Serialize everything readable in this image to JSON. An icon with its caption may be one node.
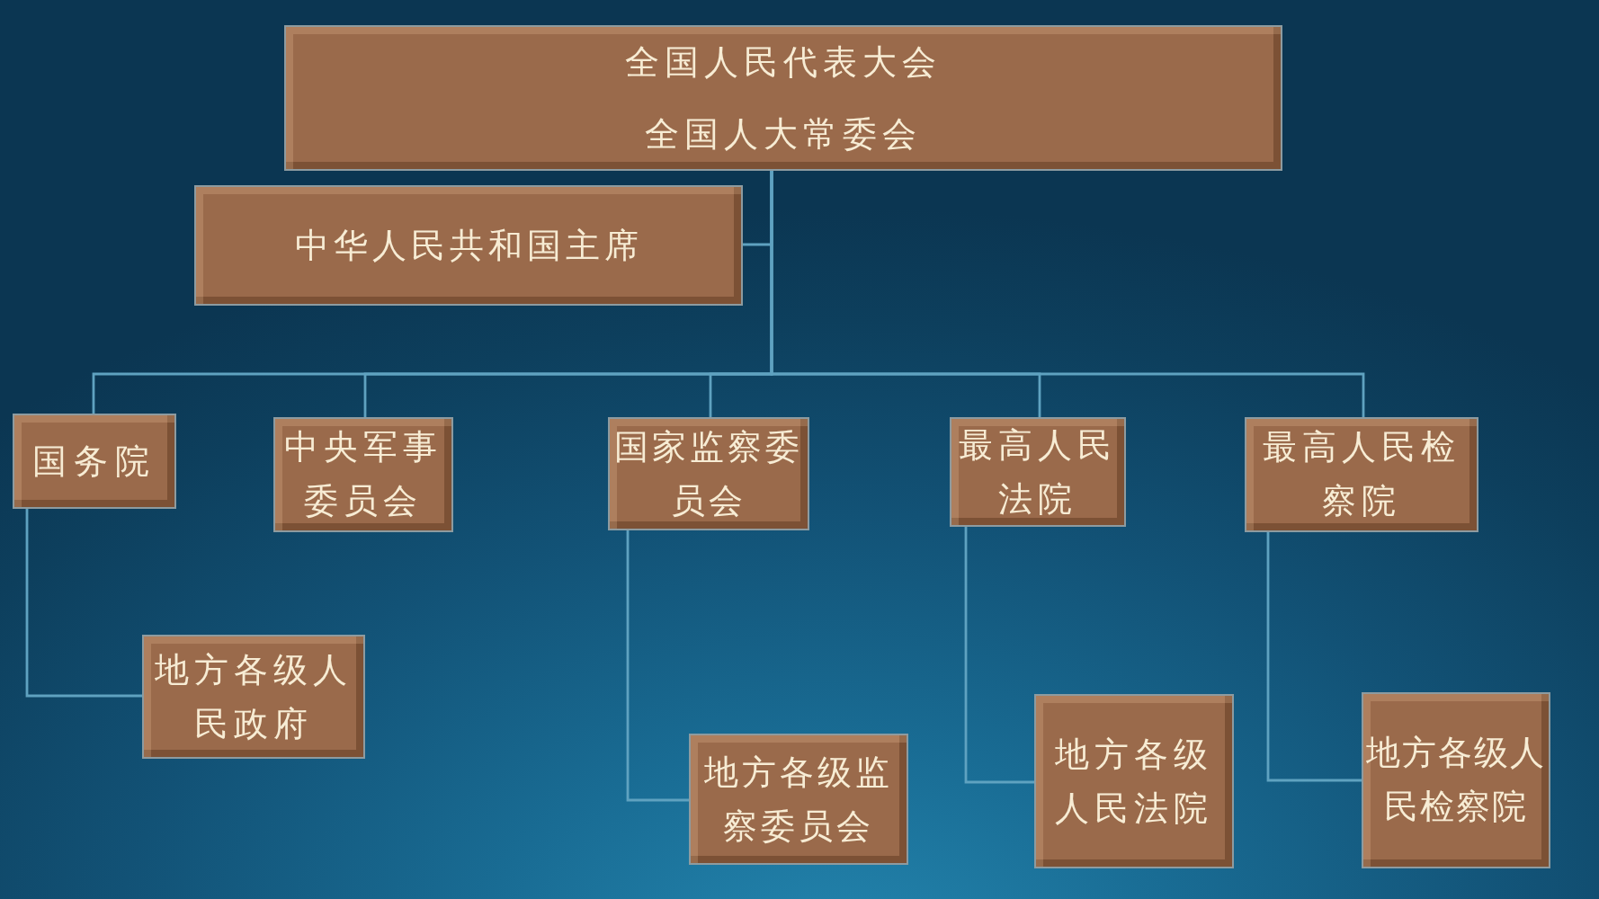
{
  "diagram": {
    "nodes": [
      {
        "text": [
          "全国人民代表大会",
          "全国人大常委会"
        ]
      },
      {
        "text": [
          "中华人民共和国主席"
        ]
      },
      {
        "text": [
          "国务院"
        ]
      },
      {
        "text": [
          "中央军事委员会"
        ]
      },
      {
        "text": [
          "国家监察委员会"
        ]
      },
      {
        "text": [
          "最高人民法院"
        ]
      },
      {
        "text": [
          "最高人民检察院"
        ]
      },
      {
        "text": [
          "地方各级人民政府"
        ]
      },
      {
        "text": [
          "地方各级监察委员会"
        ]
      },
      {
        "text": [
          "地方各级人民法院"
        ]
      },
      {
        "text": [
          "地方各级人民检察院"
        ]
      }
    ],
    "edges": [
      {
        "from": 0,
        "to": 1,
        "arrow": "none"
      },
      {
        "from": 0,
        "to": 2,
        "arrow": "none"
      },
      {
        "from": 0,
        "to": 3,
        "arrow": "none"
      },
      {
        "from": 0,
        "to": 4,
        "arrow": "none"
      },
      {
        "from": 0,
        "to": 5,
        "arrow": "none"
      },
      {
        "from": 0,
        "to": 6,
        "arrow": "none"
      },
      {
        "from": 2,
        "to": 7,
        "arrow": "none"
      },
      {
        "from": 4,
        "to": 8,
        "arrow": "none"
      },
      {
        "from": 5,
        "to": 9,
        "arrow": "none"
      },
      {
        "from": 6,
        "to": 10,
        "arrow": "none"
      }
    ]
  }
}
